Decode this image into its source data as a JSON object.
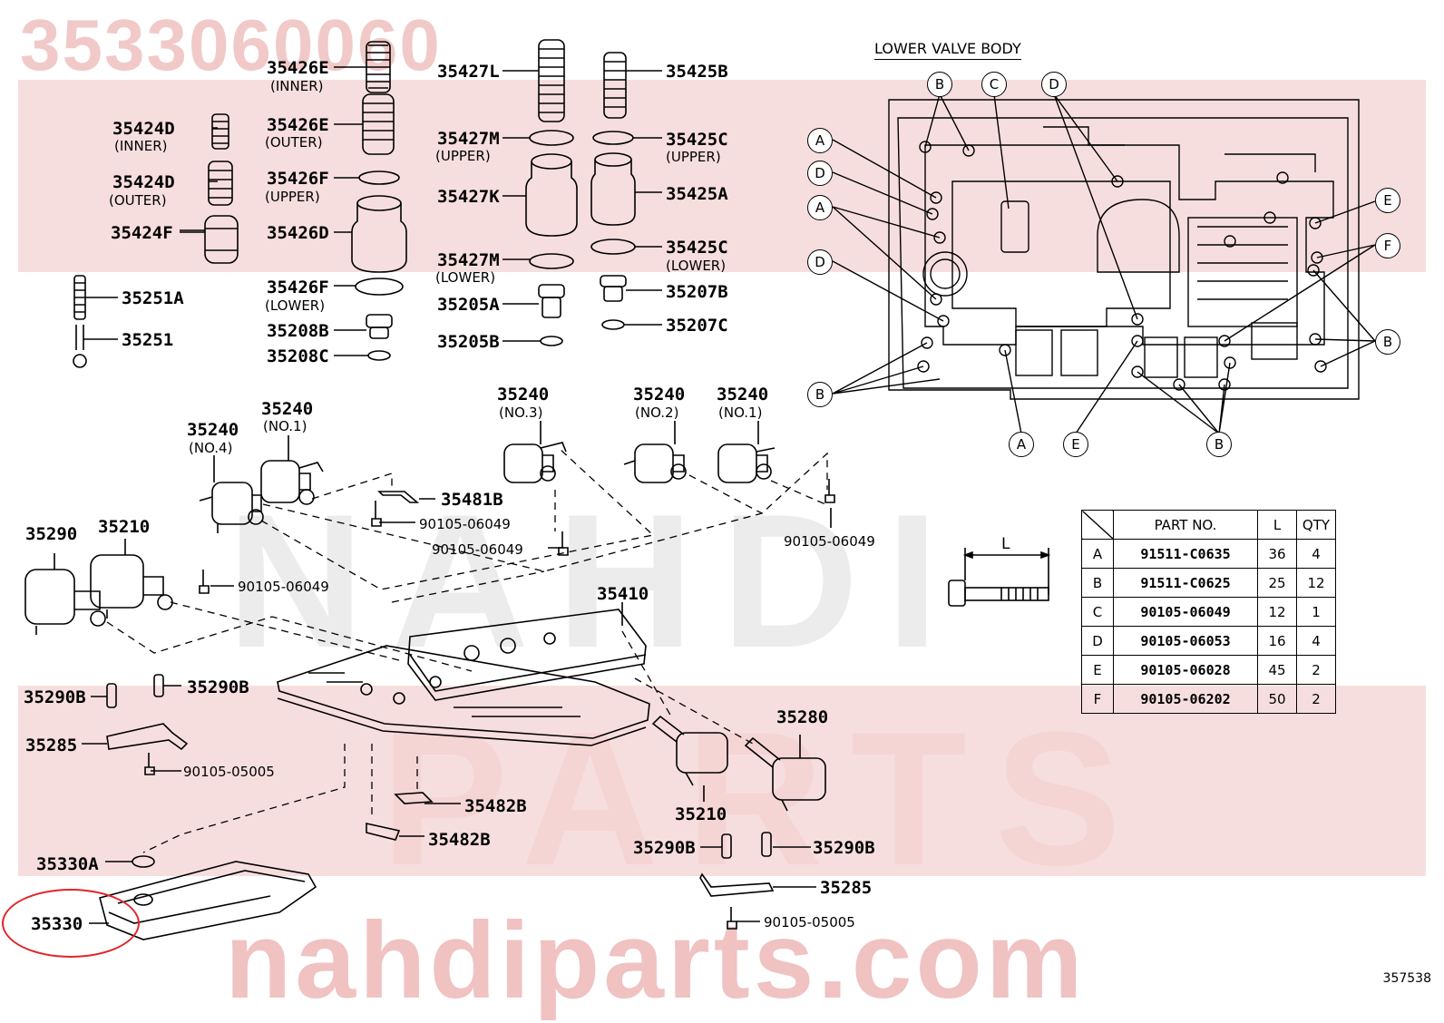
{
  "watermark": {
    "part_number": "3533060060",
    "band_text": "NAHDI",
    "band_text2": "PARTS",
    "website": "nahdiparts.com"
  },
  "diagram": {
    "title": "LOWER VALVE BODY",
    "code": "357538",
    "labels": [
      {
        "id": "35426E_inner",
        "text": "35426E",
        "sub": "(INNER)"
      },
      {
        "id": "35426E_outer",
        "text": "35426E",
        "sub": "(OUTER)"
      },
      {
        "id": "35424D_inner",
        "text": "35424D",
        "sub": "(INNER)"
      },
      {
        "id": "35424D_outer",
        "text": "35424D",
        "sub": "(OUTER)"
      },
      {
        "id": "35426F_upper",
        "text": "35426F",
        "sub": "(UPPER)"
      },
      {
        "id": "35424F",
        "text": "35424F"
      },
      {
        "id": "35426D",
        "text": "35426D"
      },
      {
        "id": "35426F_lower",
        "text": "35426F",
        "sub": "(LOWER)"
      },
      {
        "id": "35251A",
        "text": "35251A"
      },
      {
        "id": "35251",
        "text": "35251"
      },
      {
        "id": "35208B",
        "text": "35208B"
      },
      {
        "id": "35208C",
        "text": "35208C"
      },
      {
        "id": "35427L",
        "text": "35427L"
      },
      {
        "id": "35427M_upper",
        "text": "35427M",
        "sub": "(UPPER)"
      },
      {
        "id": "35427K",
        "text": "35427K"
      },
      {
        "id": "35427M_lower",
        "text": "35427M",
        "sub": "(LOWER)"
      },
      {
        "id": "35205A",
        "text": "35205A"
      },
      {
        "id": "35205B",
        "text": "35205B"
      },
      {
        "id": "35425B",
        "text": "35425B"
      },
      {
        "id": "35425C_upper",
        "text": "35425C",
        "sub": "(UPPER)"
      },
      {
        "id": "35425A",
        "text": "35425A"
      },
      {
        "id": "35425C_lower",
        "text": "35425C",
        "sub": "(LOWER)"
      },
      {
        "id": "35207B",
        "text": "35207B"
      },
      {
        "id": "35207C",
        "text": "35207C"
      },
      {
        "id": "35240_no4",
        "text": "35240",
        "sub": "(NO.4)"
      },
      {
        "id": "35240_no1a",
        "text": "35240",
        "sub": "(NO.1)"
      },
      {
        "id": "35240_no3",
        "text": "35240",
        "sub": "(NO.3)"
      },
      {
        "id": "35240_no2",
        "text": "35240",
        "sub": "(NO.2)"
      },
      {
        "id": "35240_no1b",
        "text": "35240",
        "sub": "(NO.1)"
      },
      {
        "id": "35481B",
        "text": "35481B"
      },
      {
        "id": "bolt_a",
        "text": "90105-06049"
      },
      {
        "id": "bolt_b",
        "text": "90105-06049"
      },
      {
        "id": "bolt_c",
        "text": "90105-06049"
      },
      {
        "id": "bolt_d",
        "text": "90105-06049"
      },
      {
        "id": "35290",
        "text": "35290"
      },
      {
        "id": "35210_left",
        "text": "35210"
      },
      {
        "id": "35410",
        "text": "35410"
      },
      {
        "id": "35290B_l1",
        "text": "35290B"
      },
      {
        "id": "35290B_l2",
        "text": "35290B"
      },
      {
        "id": "35285_left",
        "text": "35285"
      },
      {
        "id": "bolt_e",
        "text": "90105-05005"
      },
      {
        "id": "35280",
        "text": "35280"
      },
      {
        "id": "35210_right",
        "text": "35210"
      },
      {
        "id": "35482B_a",
        "text": "35482B"
      },
      {
        "id": "35482B_b",
        "text": "35482B"
      },
      {
        "id": "35330A",
        "text": "35330A"
      },
      {
        "id": "35330",
        "text": "35330"
      },
      {
        "id": "35290B_r1",
        "text": "35290B"
      },
      {
        "id": "35290B_r2",
        "text": "35290B"
      },
      {
        "id": "35285_right",
        "text": "35285"
      },
      {
        "id": "bolt_f",
        "text": "90105-05005"
      }
    ],
    "bolt_dimension_label": "L",
    "bolt_callouts": [
      "A",
      "B",
      "C",
      "D",
      "E",
      "F"
    ]
  },
  "parts_table": {
    "headers": {
      "part_no": "PART  NO.",
      "length": "L",
      "qty": "QTY"
    },
    "rows": [
      {
        "key": "A",
        "part_no": "91511-C0635",
        "length": "36",
        "qty": "4"
      },
      {
        "key": "B",
        "part_no": "91511-C0625",
        "length": "25",
        "qty": "12"
      },
      {
        "key": "C",
        "part_no": "90105-06049",
        "length": "12",
        "qty": "1"
      },
      {
        "key": "D",
        "part_no": "90105-06053",
        "length": "16",
        "qty": "4"
      },
      {
        "key": "E",
        "part_no": "90105-06028",
        "length": "45",
        "qty": "2"
      },
      {
        "key": "F",
        "part_no": "90105-06202",
        "length": "50",
        "qty": "2"
      }
    ]
  },
  "highlight": {
    "part": "35330",
    "color": "#e3242b"
  }
}
